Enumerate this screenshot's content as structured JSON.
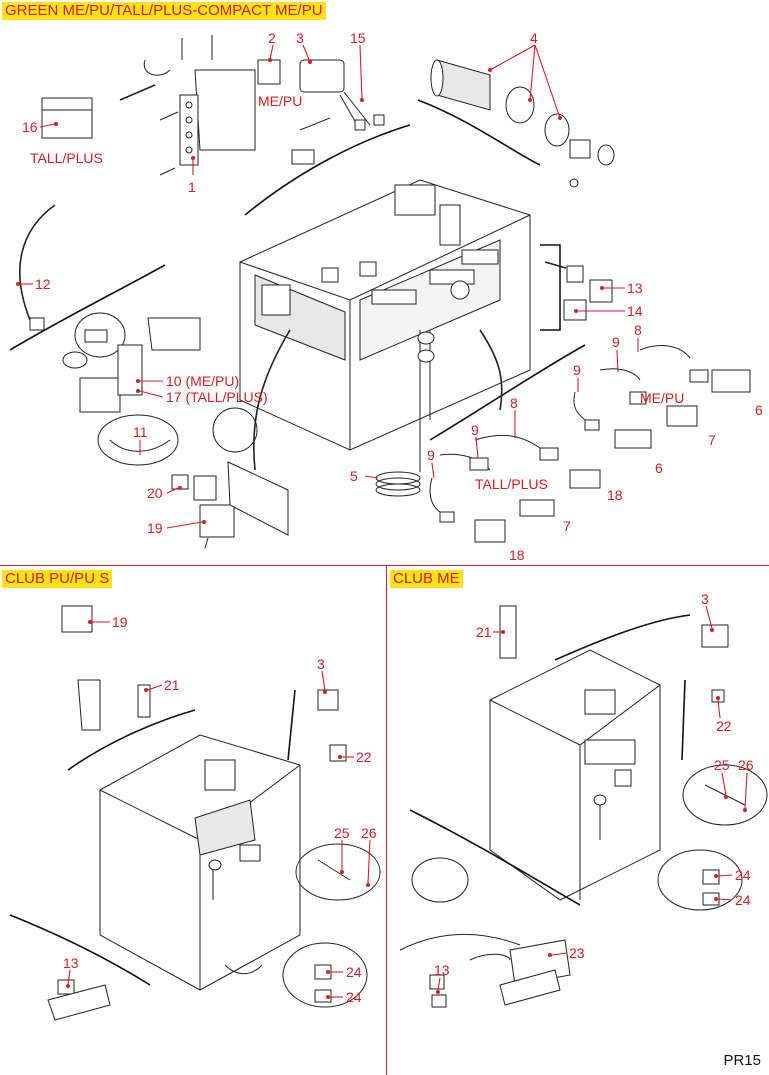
{
  "sections": {
    "top": {
      "title": "GREEN ME/PU/TALL/PLUS-COMPACT ME/PU"
    },
    "club_pu": {
      "title": "CLUB PU/PU S"
    },
    "club_me": {
      "title": "CLUB ME"
    }
  },
  "variant_labels": {
    "me_pu_a": "ME/PU",
    "tall_plus_a": "TALL/PLUS",
    "me_pu_b": "ME/PU",
    "tall_plus_b": "TALL/PLUS",
    "ten": "10 (ME/PU)",
    "seventeen": "17 (TALL/PLUS)"
  },
  "callouts_top": [
    "1",
    "2",
    "3",
    "15",
    "4",
    "16",
    "12",
    "13",
    "14",
    "8",
    "9",
    "9",
    "6",
    "7",
    "8",
    "9",
    "9",
    "6",
    "18",
    "7",
    "18",
    "11",
    "5",
    "20",
    "19"
  ],
  "callouts_club_pu": [
    "19",
    "21",
    "3",
    "22",
    "25",
    "26",
    "13",
    "24",
    "24"
  ],
  "callouts_club_me": [
    "21",
    "3",
    "22",
    "25",
    "26",
    "24",
    "24",
    "23",
    "13"
  ],
  "page_number": "PR15",
  "colors": {
    "accent": "#d42020",
    "highlight": "#ffe21a"
  }
}
